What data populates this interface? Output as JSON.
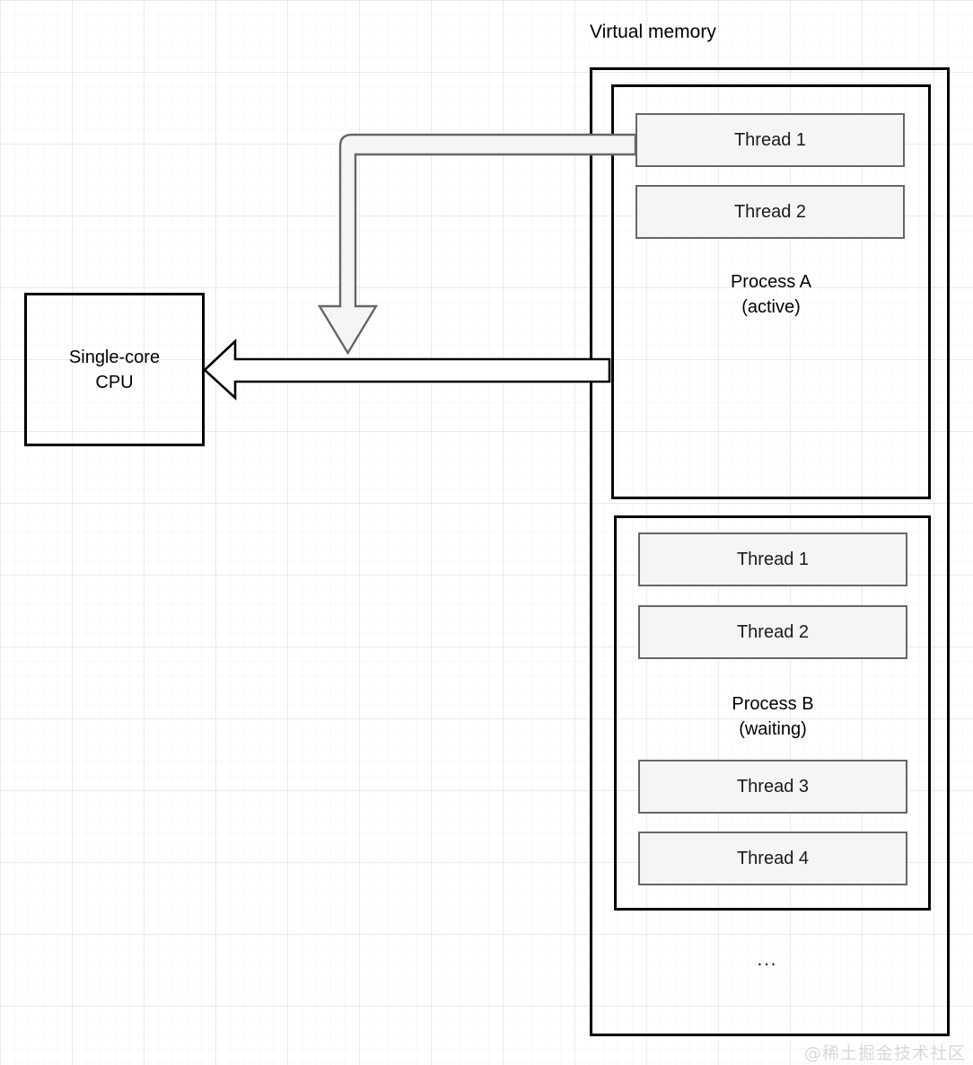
{
  "diagram": {
    "title": "Virtual memory",
    "watermark": "@稀土掘金技术社区",
    "ellipsis": "...",
    "colors": {
      "box_border": "#000000",
      "thread_border": "#666666",
      "thread_fill": "#f5f5f5",
      "gray_arrow_stroke": "#666666",
      "gray_arrow_fill": "#f5f5f5",
      "black_arrow_stroke": "#000000",
      "black_arrow_fill": "#ffffff",
      "watermark_color": "#d8d8dc",
      "grid_line": "#eeeeee"
    }
  },
  "cpu": {
    "line1": "Single-core",
    "line2": "CPU"
  },
  "processes": [
    {
      "id": "process-a",
      "name": "Process A",
      "state": "(active)",
      "threads_above": [
        {
          "label": "Thread 1"
        },
        {
          "label": "Thread 2"
        }
      ],
      "threads_below": []
    },
    {
      "id": "process-b",
      "name": "Process B",
      "state": "(waiting)",
      "threads_above": [
        {
          "label": "Thread 1"
        },
        {
          "label": "Thread 2"
        }
      ],
      "threads_below": [
        {
          "label": "Thread 3"
        },
        {
          "label": "Thread 4"
        }
      ]
    }
  ],
  "arrows": [
    {
      "id": "thread-dispatch-arrow",
      "style": "gray-block-arrow",
      "from": "Process A Thread 1",
      "to": "Single-core CPU (downward)",
      "direction": "left-then-down"
    },
    {
      "id": "process-cpu-arrow",
      "style": "black-block-arrow",
      "from": "Process A",
      "to": "Single-core CPU",
      "direction": "left"
    }
  ]
}
